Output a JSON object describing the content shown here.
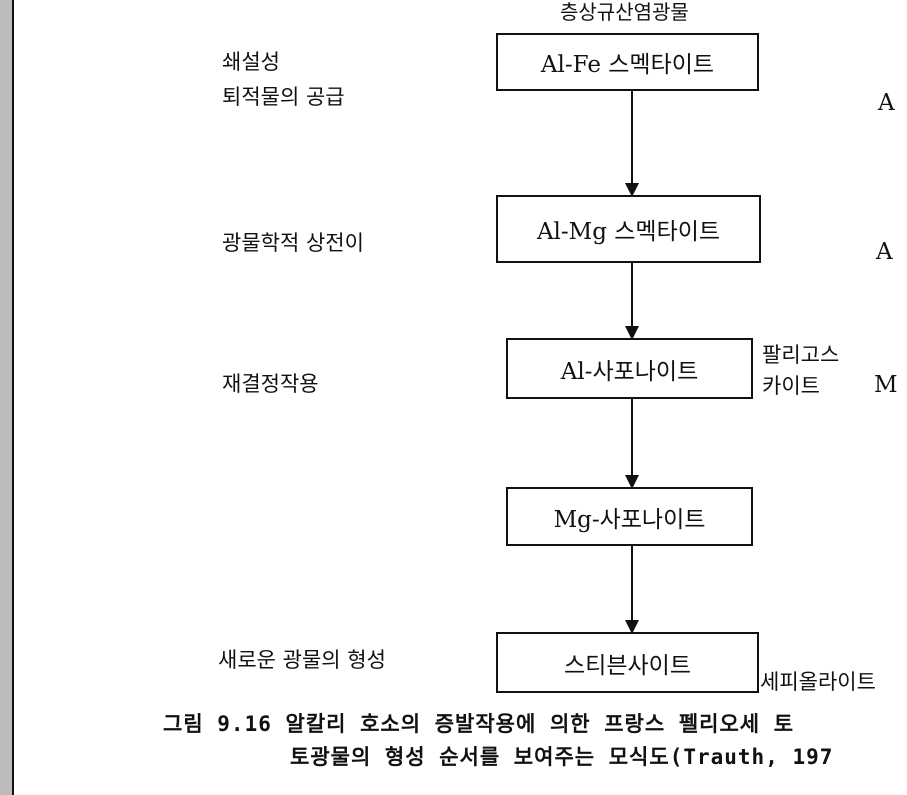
{
  "top_label": "층상규산염광물",
  "boxes": [
    "Al-Fe  스멕타이트",
    "Al-Mg  스멕타이트",
    "Al-사포나이트",
    "Mg-사포나이트",
    "스티븐사이트"
  ],
  "left_labels": {
    "supply_1": "쇄설성",
    "supply_2": "퇴적물의 공급",
    "transition": "광물학적 상전이",
    "recrystallization": "재결정작용",
    "formation": "새로운 광물의 형성"
  },
  "right_labels": {
    "r1": "A",
    "r2": "A",
    "palygorskite_1": "팔리고스",
    "palygorskite_2": "카이트",
    "r3": "M",
    "sepiolite": "세피올라이트"
  },
  "caption": {
    "line1": "그림 9.16  알칼리 호소의 증발작용에 의한 프랑스 펠리오세 토",
    "line2": "토광물의 형성 순서를 보여주는 모식도(Trauth, 197"
  }
}
